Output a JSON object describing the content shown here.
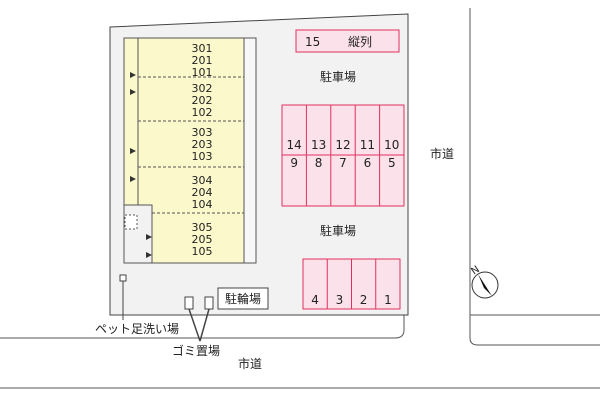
{
  "colors": {
    "lot_fill": "#f2f2f2",
    "lot_stroke": "#444444",
    "building_fill": "#fbf8cc",
    "building_stroke": "#555555",
    "parking_fill": "#fbe1e9",
    "parking_stroke": "#e0305e",
    "road_line": "#555555"
  },
  "labels": {
    "parking_upper": "駐車場",
    "parking_lower": "駐車場",
    "bicycle_parking": "駐輪場",
    "pet_foot_wash": "ペット足洗い場",
    "garbage": "ゴミ置場",
    "city_road_bottom": "市道",
    "city_road_right": "市道"
  },
  "tandem_space": {
    "number": "15",
    "label": "縦列"
  },
  "building": {
    "stacks": [
      [
        "301",
        "201",
        "101"
      ],
      [
        "302",
        "202",
        "102"
      ],
      [
        "303",
        "203",
        "103"
      ],
      [
        "304",
        "204",
        "104"
      ],
      [
        "305",
        "205",
        "105"
      ]
    ]
  },
  "parking_block_upper": {
    "top_row": [
      "14",
      "13",
      "12",
      "11",
      "10"
    ],
    "bottom_row": [
      "9",
      "8",
      "7",
      "6",
      "5"
    ]
  },
  "parking_block_lower": {
    "row": [
      "4",
      "3",
      "2",
      "1"
    ]
  },
  "compass": {
    "label": "N",
    "icon": "north-arrow-icon"
  }
}
